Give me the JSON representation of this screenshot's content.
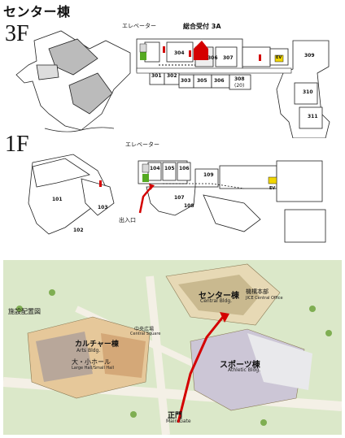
{
  "header": {
    "title": "センター棟"
  },
  "floor3": {
    "label": "3F",
    "elevator_label": "エレベーター",
    "reception_label": "総合受付 3A",
    "rooms": [
      "304",
      "306",
      "307",
      "309",
      "301",
      "302",
      "303",
      "305",
      "308",
      "(20)",
      "310",
      "311"
    ],
    "ev_label": "EV"
  },
  "floor1": {
    "label": "1F",
    "elevator_label": "エレベーター",
    "entrance_label": "出入口",
    "rooms": [
      "104",
      "105",
      "106",
      "109",
      "101",
      "103",
      "107",
      "108",
      "102"
    ],
    "ev_label": "EV"
  },
  "site": {
    "label": "施設配置図",
    "center_bldg": "センター棟",
    "center_bldg_en": "Central Bldg.",
    "culture_bldg": "カルチャー棟",
    "culture_bldg_en": "Arts Bldg.",
    "hall_label": "大・小ホール",
    "hall_en": "Large Hall/Small Hall",
    "sports_bldg": "スポーツ棟",
    "sports_bldg_en": "Athletic Bldg.",
    "main_gate": "正門",
    "main_gate_en": "Main Gate",
    "office_label": "機構本部",
    "office_en": "JICE Central Office",
    "central_square": "中央広場",
    "central_square_en": "Central Square",
    "accent_red": "#d40000",
    "elevator_green": "#55aa22"
  }
}
